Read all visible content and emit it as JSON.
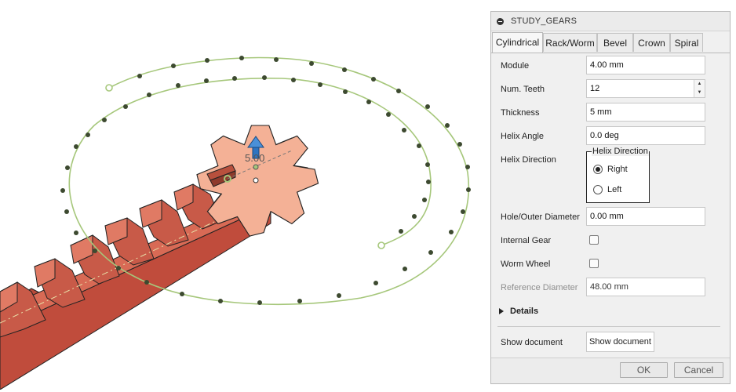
{
  "viewport": {
    "dimension_label": "5.00",
    "colors": {
      "rack": "#c85a48",
      "gear": "#f4b196",
      "path": "#a6c77b",
      "axis": "#2f74c0"
    }
  },
  "panel": {
    "title": "STUDY_GEARS",
    "tabs": [
      {
        "label": "Cylindrical",
        "active": true
      },
      {
        "label": "Rack/Worm",
        "active": false
      },
      {
        "label": "Bevel",
        "active": false
      },
      {
        "label": "Crown",
        "active": false
      },
      {
        "label": "Spiral",
        "active": false
      }
    ],
    "fields": {
      "module": {
        "label": "Module",
        "value": "4.00 mm"
      },
      "num_teeth": {
        "label": "Num. Teeth",
        "value": "12"
      },
      "thickness": {
        "label": "Thickness",
        "value": "5 mm"
      },
      "helix_angle": {
        "label": "Helix Angle",
        "value": "0.0 deg"
      },
      "helix_direction": {
        "label": "Helix Direction",
        "group_title": "Helix Direction",
        "options": [
          {
            "label": "Right",
            "checked": true
          },
          {
            "label": "Left",
            "checked": false
          }
        ]
      },
      "hole_outer_diameter": {
        "label": "Hole/Outer Diameter",
        "value": "0.00 mm"
      },
      "internal_gear": {
        "label": "Internal Gear",
        "checked": false
      },
      "worm_wheel": {
        "label": "Worm Wheel",
        "checked": false
      },
      "reference_diameter": {
        "label": "Reference Diameter",
        "value": "48.00 mm"
      }
    },
    "details_label": "Details",
    "show_document": {
      "label": "Show document",
      "button": "Show document"
    },
    "buttons": {
      "ok": "OK",
      "cancel": "Cancel"
    }
  }
}
